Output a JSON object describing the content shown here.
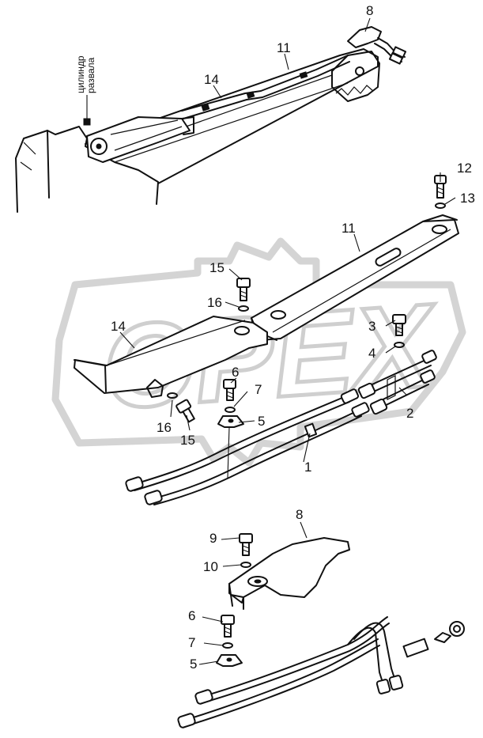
{
  "labels": {
    "cylinder_label": "цилиндр\nразвала",
    "cylinder_line1": "цилиндр",
    "cylinder_line2": "развала"
  },
  "callouts": [
    {
      "id": "c8-top",
      "text": "8"
    },
    {
      "id": "c11-top",
      "text": "11"
    },
    {
      "id": "c14-top",
      "text": "14"
    },
    {
      "id": "c12",
      "text": "12"
    },
    {
      "id": "c13",
      "text": "13"
    },
    {
      "id": "c11-mid",
      "text": "11"
    },
    {
      "id": "c15-a",
      "text": "15"
    },
    {
      "id": "c16-a",
      "text": "16"
    },
    {
      "id": "c3",
      "text": "3"
    },
    {
      "id": "c4",
      "text": "4"
    },
    {
      "id": "c14-mid",
      "text": "14"
    },
    {
      "id": "c6-a",
      "text": "6"
    },
    {
      "id": "c7-a",
      "text": "7"
    },
    {
      "id": "c5-a",
      "text": "5"
    },
    {
      "id": "c2",
      "text": "2"
    },
    {
      "id": "c16-b",
      "text": "16"
    },
    {
      "id": "c15-b",
      "text": "15"
    },
    {
      "id": "c1",
      "text": "1"
    },
    {
      "id": "c8-bot",
      "text": "8"
    },
    {
      "id": "c9",
      "text": "9"
    },
    {
      "id": "c10",
      "text": "10"
    },
    {
      "id": "c6-b",
      "text": "6"
    },
    {
      "id": "c7-b",
      "text": "7"
    },
    {
      "id": "c5-b",
      "text": "5"
    }
  ],
  "watermark": {
    "text": "OPEX",
    "color": "#cfcfcf"
  },
  "colors": {
    "ink": "#111111",
    "background": "#ffffff"
  }
}
